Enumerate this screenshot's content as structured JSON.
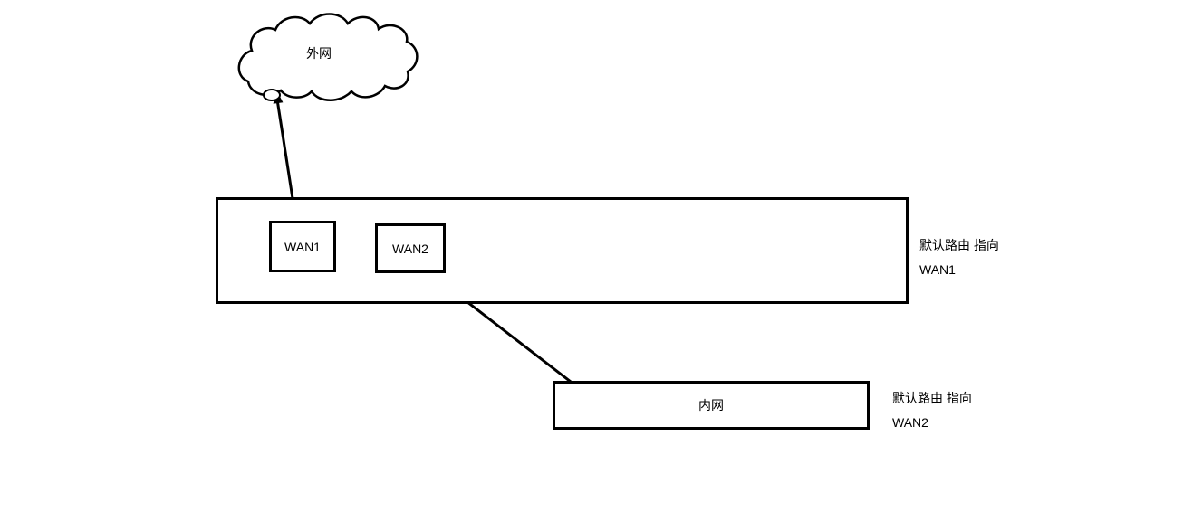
{
  "diagram": {
    "cloud": {
      "label": "外网"
    },
    "router": {
      "wan1_label": "WAN1",
      "wan2_label": "WAN2",
      "note_line1": "默认路由 指向",
      "note_line2": "WAN1"
    },
    "lan": {
      "label": "内网",
      "note_line1": "默认路由 指向",
      "note_line2": "WAN2"
    },
    "colors": {
      "stroke": "#000000",
      "background": "#ffffff"
    }
  }
}
